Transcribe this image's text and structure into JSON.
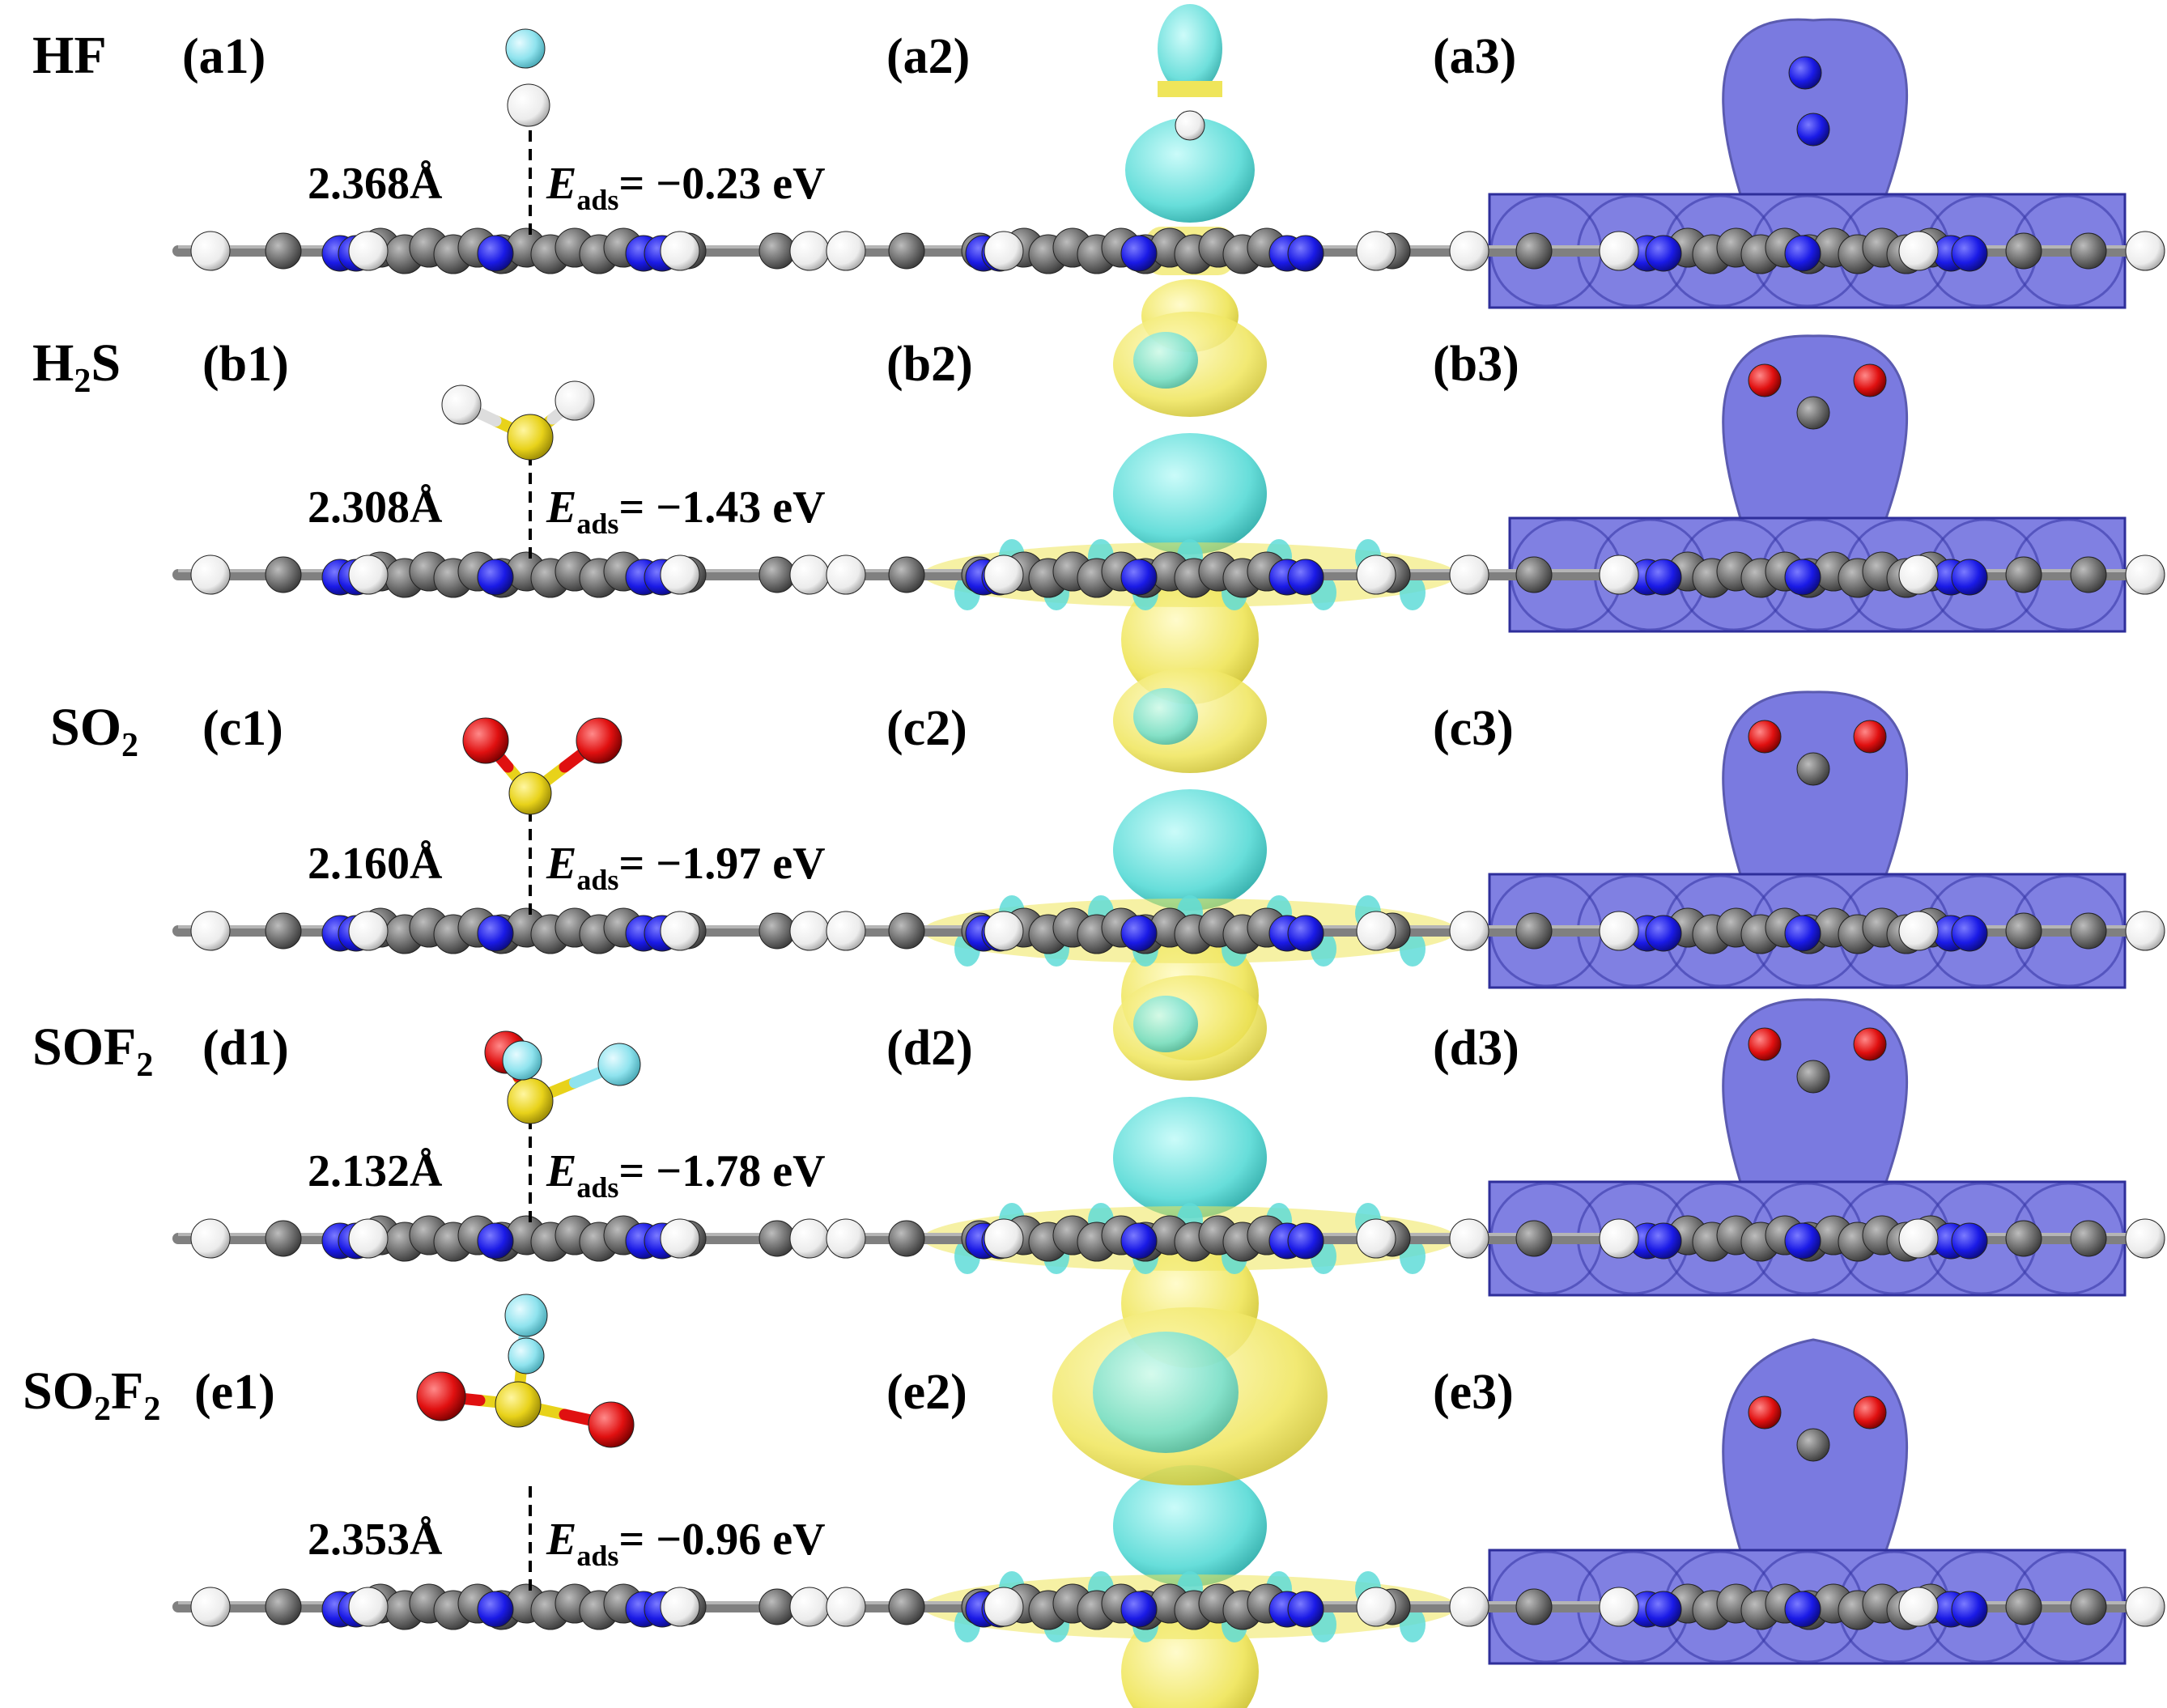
{
  "rows": [
    {
      "gas": {
        "main": "HF",
        "sub": "",
        "tail": ""
      },
      "labels": [
        "(a1)",
        "(a2)",
        "(a3)"
      ],
      "distance": "2.368Å",
      "energy": {
        "symbol": "E",
        "sub": "ads",
        "value": "= −0.23 eV"
      },
      "molecule": "HF"
    },
    {
      "gas": {
        "main": "H",
        "sub": "2",
        "tail": "S"
      },
      "labels": [
        "(b1)",
        "(b2)",
        "(b3)"
      ],
      "distance": "2.308Å",
      "energy": {
        "symbol": "E",
        "sub": "ads",
        "value": "= −1.43 eV"
      },
      "molecule": "H2S"
    },
    {
      "gas": {
        "main": "SO",
        "sub": "2",
        "tail": ""
      },
      "labels": [
        "(c1)",
        "(c2)",
        "(c3)"
      ],
      "distance": "2.160Å",
      "energy": {
        "symbol": "E",
        "sub": "ads",
        "value": "= −1.97 eV"
      },
      "molecule": "SO2"
    },
    {
      "gas": {
        "main": "SOF",
        "sub": "2",
        "tail": ""
      },
      "labels": [
        "(d1)",
        "(d2)",
        "(d3)"
      ],
      "distance": "2.132Å",
      "energy": {
        "symbol": "E",
        "sub": "ads",
        "value": "= −1.78 eV"
      },
      "molecule": "SOF2"
    },
    {
      "gas": {
        "main": "SO",
        "sub": "2",
        "tail": "F",
        "sub2": "2"
      },
      "labels": [
        "(e1)",
        "(e2)",
        "(e3)"
      ],
      "distance": "2.353Å",
      "energy": {
        "symbol": "E",
        "sub": "ads",
        "value": "= −0.96 eV"
      },
      "molecule": "SO2F2"
    }
  ],
  "colors": {
    "carbon": "#6e6e6e",
    "nitrogen": "#1a1ae6",
    "hydrogen": "#f2f2f2",
    "fluorine": "#8fe3ee",
    "sulfur": "#e8d21a",
    "oxygen": "#e01010",
    "charge_gain": "#f0e860",
    "charge_loss": "#5fe0dc",
    "elf": "#5555d8"
  }
}
